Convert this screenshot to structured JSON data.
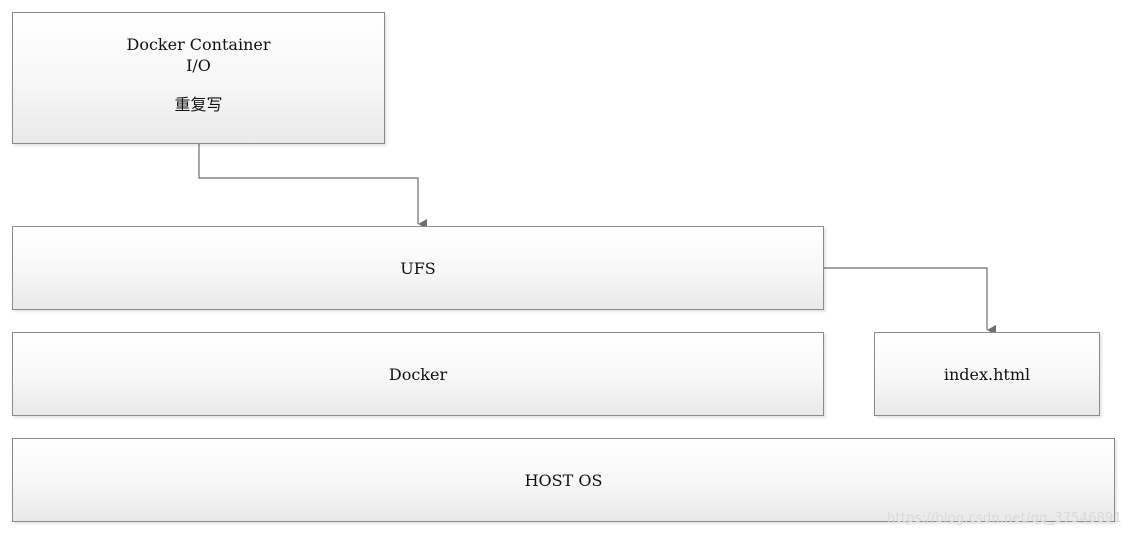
{
  "diagram": {
    "container": {
      "line1": "Docker Container",
      "line2": "I/O",
      "line3": "重复写"
    },
    "ufs": {
      "label": "UFS"
    },
    "docker": {
      "label": "Docker"
    },
    "index": {
      "label": "index.html"
    },
    "host": {
      "label": "HOST OS"
    },
    "edges": [
      {
        "from": "Docker Container",
        "to": "UFS"
      },
      {
        "from": "UFS",
        "to": "index.html"
      }
    ],
    "colors": {
      "border": "#8a8a8a",
      "connector": "#6e6e6e"
    }
  },
  "watermark": "https://blog.csdn.net/qq_37546891"
}
